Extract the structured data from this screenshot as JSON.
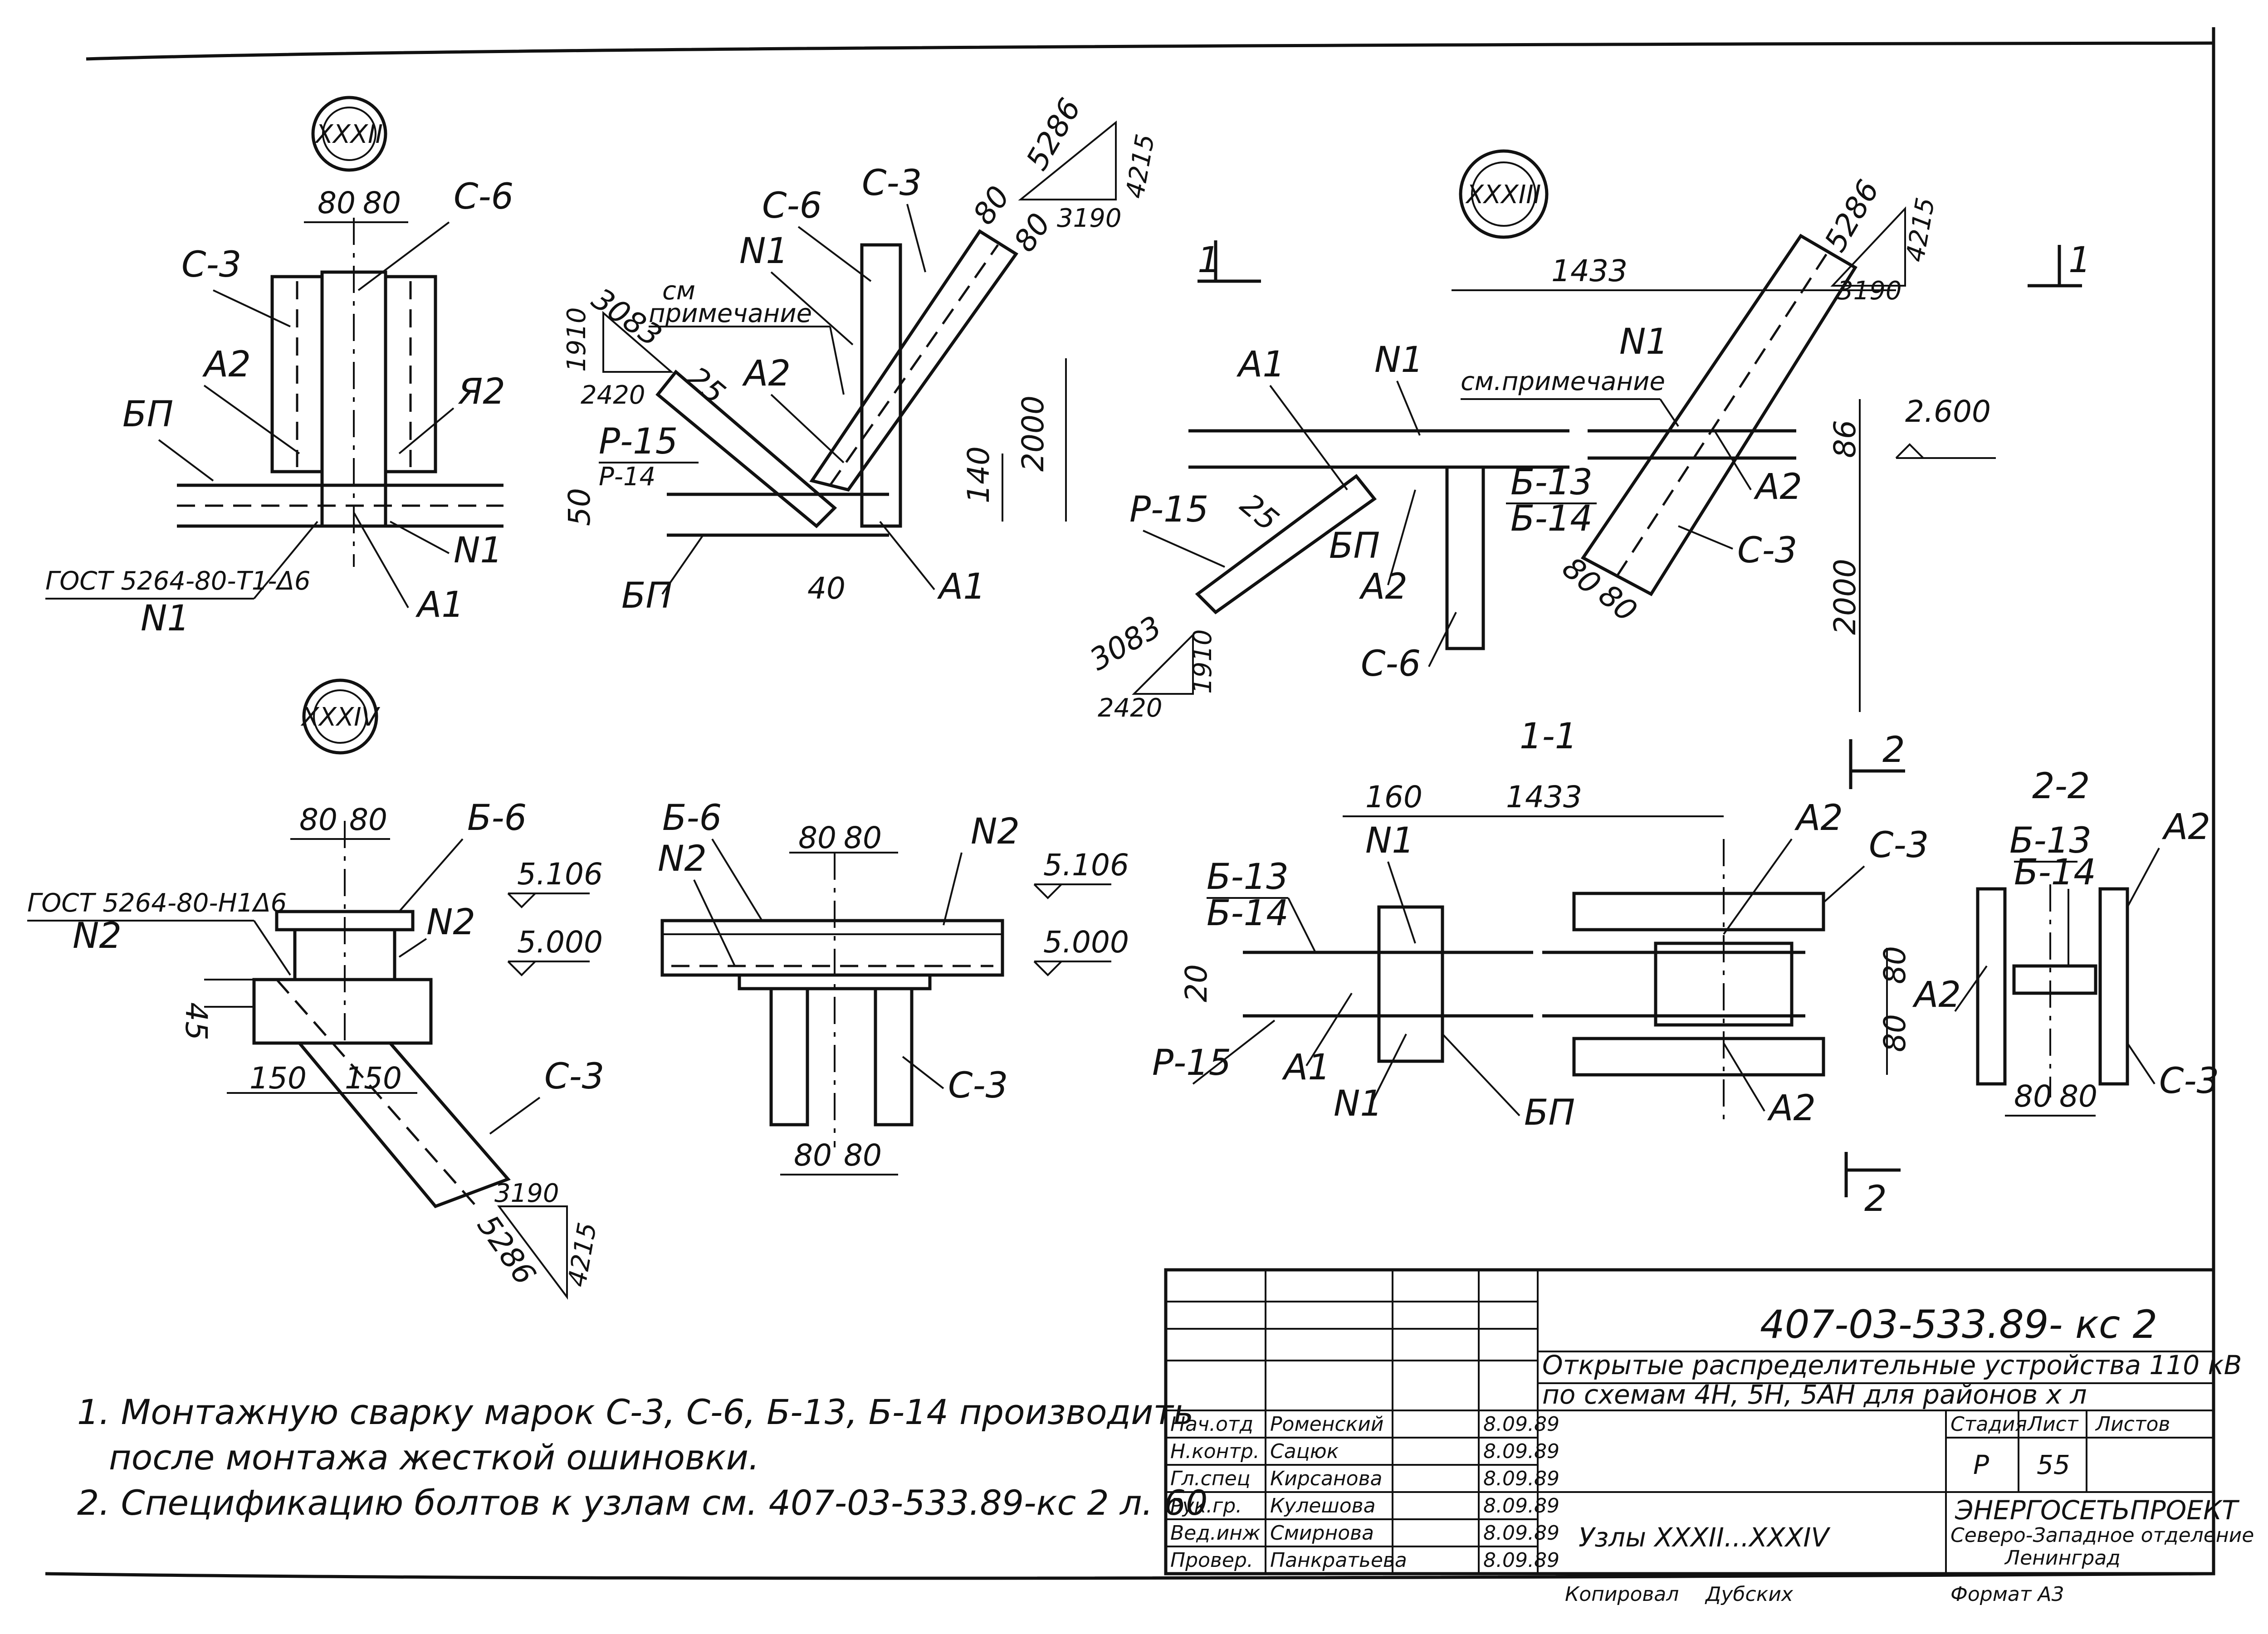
{
  "nodes": {
    "node32": {
      "id": "XXXII",
      "dims": [
        "80",
        "80"
      ],
      "labels": [
        "С-6",
        "С-3",
        "А2",
        "Я2",
        "БП",
        "N1",
        "А1",
        "N1"
      ],
      "weld": "ГОСТ 5264-80-Т1-Δ6"
    },
    "node32b": {
      "dims": [
        "80",
        "80",
        "25",
        "2000",
        "140",
        "40",
        "50"
      ],
      "triangle_a": [
        "5286",
        "4215",
        "3190"
      ],
      "triangle_b": [
        "3083",
        "1910",
        "2420"
      ],
      "labels": [
        "С-6",
        "С-3",
        "N1",
        "см",
        "примечание",
        "А2",
        "Р-15",
        "Р-14",
        "БП",
        "А1"
      ]
    },
    "node33": {
      "id": "XXXIII",
      "dims": [
        "1433",
        "25",
        "86",
        "2000",
        "80",
        "80"
      ],
      "elev": "2.600",
      "triangle_a": [
        "5286",
        "4215",
        "3190"
      ],
      "triangle_b": [
        "3083",
        "1910",
        "2420"
      ],
      "labels": [
        "А1",
        "N1",
        "N1",
        "см.примечание",
        "Р-15",
        "БП",
        "А2",
        "Б-13",
        "Б-14",
        "А2",
        "С-3",
        "С-6"
      ],
      "section_marks": [
        "1",
        "1"
      ],
      "section_label": "1-1"
    },
    "node34": {
      "id": "XXXIV",
      "dims": [
        "80",
        "80",
        "45",
        "150",
        "150"
      ],
      "labels": [
        "Б-6",
        "N2",
        "С-3"
      ],
      "weld": "ГОСТ 5264-80-Н1Δ6",
      "weld_ref": "N2",
      "elevs": [
        "5.106",
        "5.000"
      ],
      "triangle": [
        "3190",
        "5286",
        "4215"
      ]
    },
    "node34b": {
      "dims": [
        "80",
        "80",
        "80",
        "80"
      ],
      "labels": [
        "Б-6",
        "N2",
        "N2",
        "С-3"
      ],
      "elevs": [
        "5.106",
        "5.000"
      ]
    },
    "plan": {
      "dims": [
        "160",
        "1433",
        "20",
        "80",
        "80"
      ],
      "labels": [
        "N1",
        "Б-13",
        "Б-14",
        "А2",
        "С-3",
        "Р-15",
        "А1",
        "N1",
        "БП",
        "А2"
      ],
      "section_marks": [
        "2",
        "2"
      ]
    },
    "section22": {
      "title": "2-2",
      "labels": [
        "Б-13",
        "Б-14",
        "А2",
        "А2",
        "С-3"
      ],
      "dims": [
        "80",
        "80"
      ]
    }
  },
  "notes": [
    "1. Монтажную сварку марок  С-3, С-6, Б-13, Б-14 производить",
    "после монтажа жесткой ошиновки.",
    "2. Спецификацию болтов к узлам см. 407-03-533.89-кс 2 л. 60"
  ],
  "title_block": {
    "code": "407-03-533.89- кс 2",
    "project": [
      "Открытые распределительные устройства 110 кВ",
      "по схемам 4Н, 5Н, 5АН для районов х л"
    ],
    "sheet_title": "Узлы XXXII...XXXIV",
    "stage_header": "Стадия",
    "sheet_header": "Лист",
    "sheets_header": "Листов",
    "stage": "Р",
    "sheet": "55",
    "org": [
      "ЭНЕРГОСЕТЬПРОЕКТ",
      "Северо-Западное отделение",
      "Ленинград"
    ],
    "roles": [
      {
        "role": "Нач.отд",
        "name": "Роменский",
        "date": "8.09.89"
      },
      {
        "role": "Н.контр.",
        "name": "Сацюк",
        "date": "8.09.89"
      },
      {
        "role": "Гл.спец",
        "name": "Кирсанова",
        "date": "8.09.89"
      },
      {
        "role": "Рук.гр.",
        "name": "Кулешова",
        "date": "8.09.89"
      },
      {
        "role": "Вед.инж",
        "name": "Смирнова",
        "date": "8.09.89"
      },
      {
        "role": "Провер.",
        "name": "Панкратьева",
        "date": "8.09.89"
      }
    ],
    "copied": "Копировал",
    "copier": "Дубских",
    "format": "Формат А3"
  }
}
